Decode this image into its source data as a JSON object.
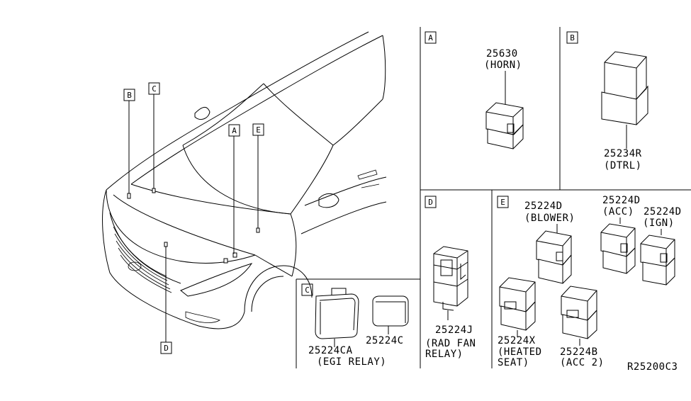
{
  "callouts": {
    "b": "B",
    "c": "C",
    "a": "A",
    "e": "E",
    "d": "D"
  },
  "panels": {
    "a": {
      "letter": "A",
      "part": "25630",
      "desc": "(HORN)"
    },
    "b": {
      "letter": "B",
      "part": "25234R",
      "desc": "(DTRL)"
    },
    "c": {
      "letter": "C",
      "part1": "25224CA",
      "desc1": "(EGI RELAY)",
      "part2": "25224C"
    },
    "d": {
      "letter": "D",
      "part": "25224J",
      "desc1": "(RAD FAN",
      "desc2": "RELAY)"
    },
    "e": {
      "letter": "E",
      "blower_part": "25224D",
      "blower_desc": "(BLOWER)",
      "acc_part": "25224D",
      "acc_desc": "(ACC)",
      "ign_part": "25224D",
      "ign_desc": "(IGN)",
      "heated_part": "25224X",
      "heated_desc1": "(HEATED",
      "heated_desc2": "SEAT)",
      "acc2_part": "25224B",
      "acc2_desc": "(ACC 2)"
    }
  },
  "diagram_code": "R25200C3"
}
